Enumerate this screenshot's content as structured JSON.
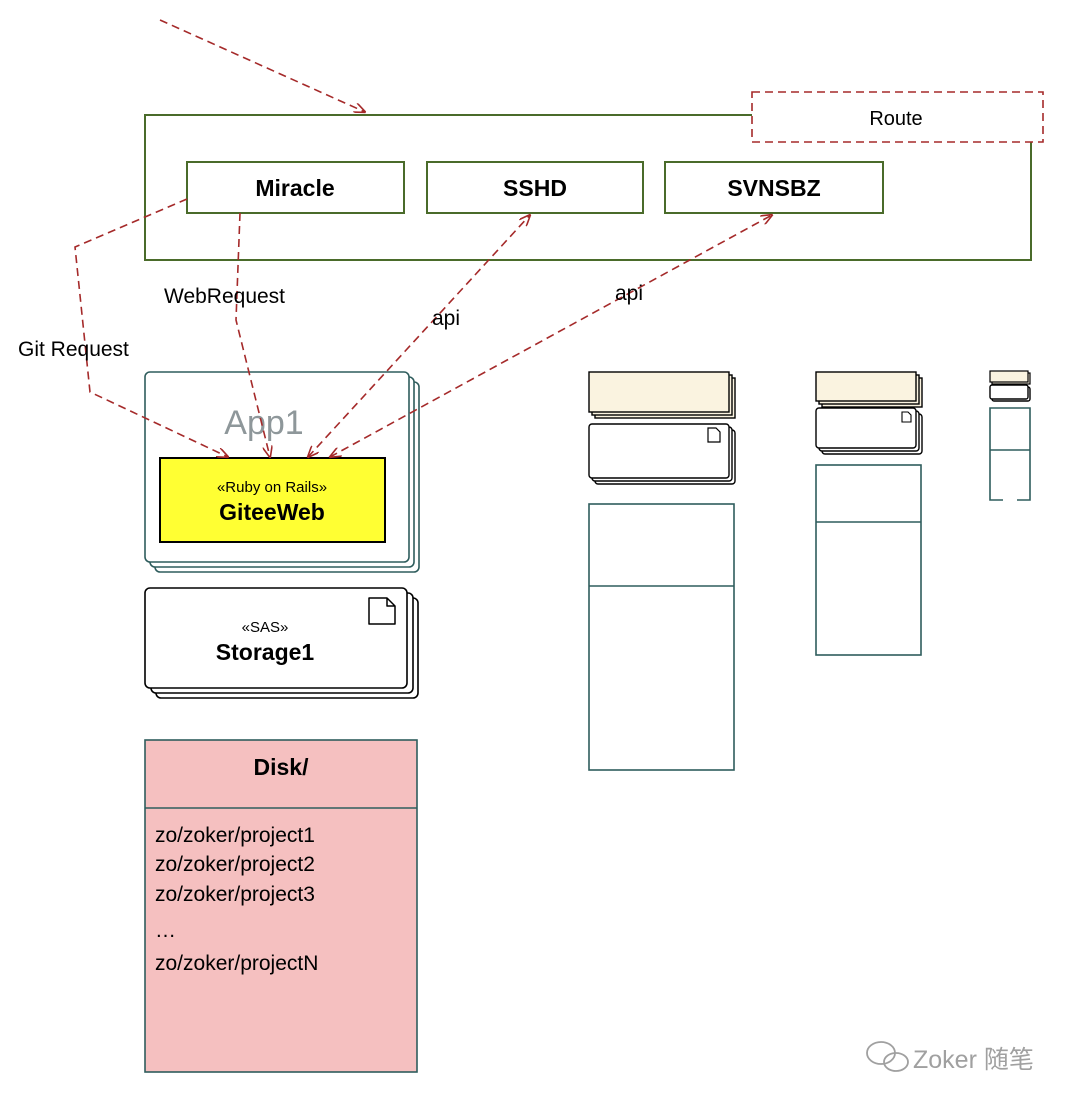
{
  "route": {
    "label": "Route"
  },
  "gateway": {
    "miracle": "Miracle",
    "sshd": "SSHD",
    "svnsbz": "SVNSBZ"
  },
  "edges": {
    "web_request": "WebRequest",
    "git_request": "Git Request",
    "api_sshd": "api",
    "api_svnsbz": "api"
  },
  "app": {
    "name": "App1",
    "component_stereotype": "«Ruby on Rails»",
    "component_name": "GiteeWeb"
  },
  "storage": {
    "stereotype": "«SAS»",
    "name": "Storage1"
  },
  "disk": {
    "title": "Disk/",
    "paths": [
      "zo/zoker/project1",
      "zo/zoker/project2",
      "zo/zoker/project3",
      "…",
      "zo/zoker/projectN"
    ]
  },
  "watermark": {
    "text": "Zoker 随笔"
  },
  "colors": {
    "edge": "#a52a2a",
    "gateway_border": "#4a6b2a",
    "node_border": "#2f5d5d",
    "component_fill": "#ffff33",
    "disk_fill": "#f5c0c0",
    "mini_header_fill": "#faf3e0"
  }
}
